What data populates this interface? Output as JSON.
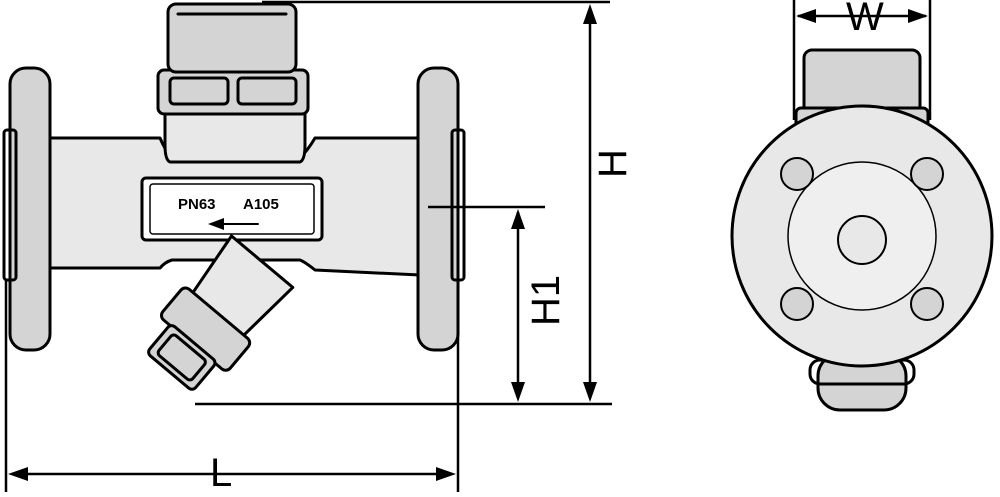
{
  "nameplate": {
    "pressure_label": "PN63",
    "material_label": "A105"
  },
  "dimensions": {
    "length": "L",
    "height": "H",
    "center_height": "H1",
    "width": "W"
  },
  "views": [
    "side-view",
    "end-view"
  ]
}
